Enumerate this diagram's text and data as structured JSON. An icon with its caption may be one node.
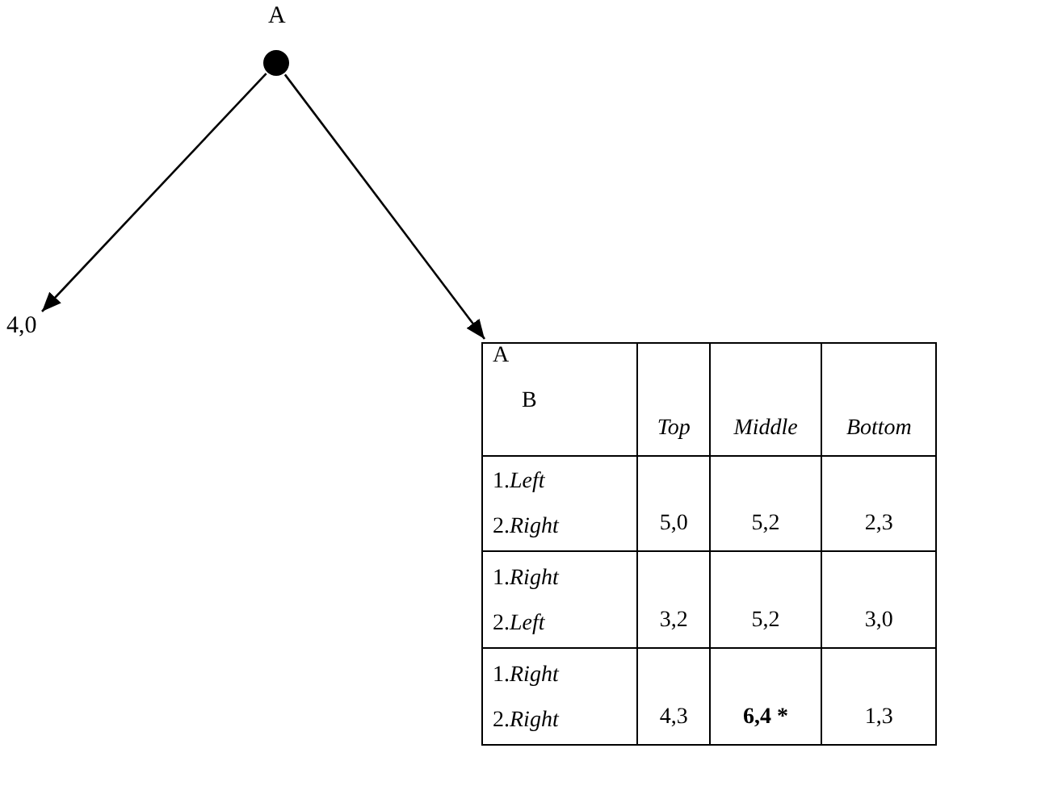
{
  "diagram": {
    "nodes": [
      {
        "text": [
          "A"
        ]
      },
      {
        "text": [
          "4,0"
        ]
      },
      {
        "text": [
          "A",
          "B",
          "Top",
          "Middle",
          "Bottom",
          "1.*Left* 2.*Right*",
          "5,0",
          "5,2",
          "2,3",
          "1.*Right* 2.*Left*",
          "3,2",
          "5,2",
          "3,0",
          "1.*Right* 2.*Right*",
          "4,3",
          "6,4 *",
          "1,3"
        ]
      }
    ],
    "edges": [
      {
        "from": 0,
        "to": 1,
        "arrow": "to"
      },
      {
        "from": 0,
        "to": 2,
        "arrow": "to"
      }
    ]
  }
}
